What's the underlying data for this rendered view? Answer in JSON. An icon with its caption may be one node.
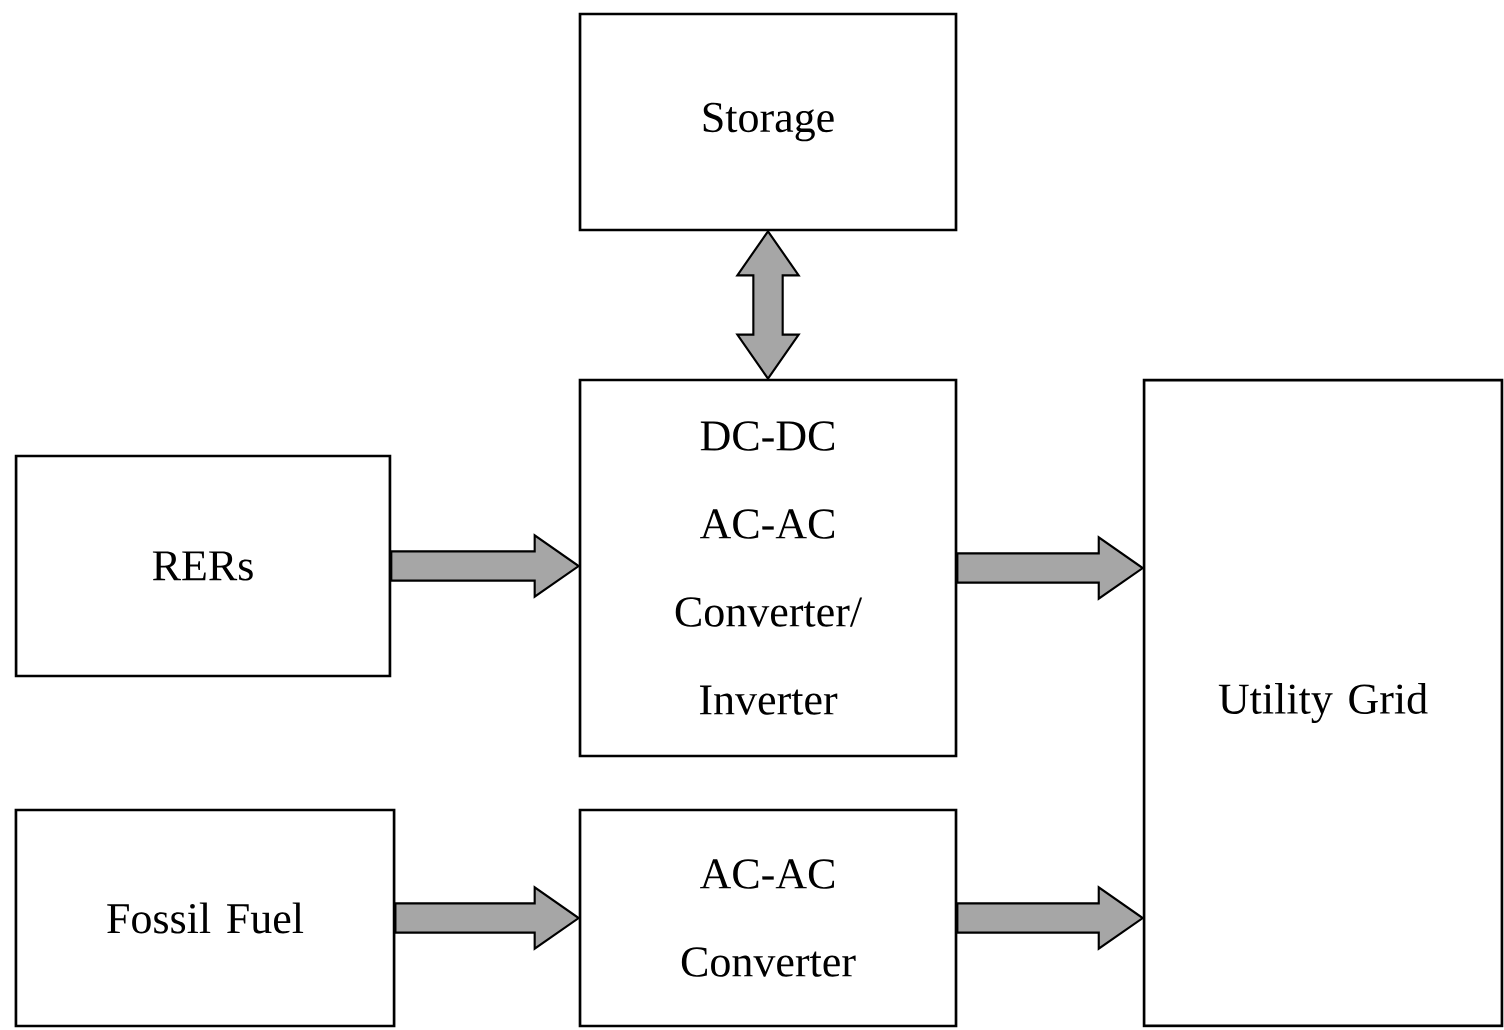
{
  "diagram": {
    "nodes": [
      {
        "text": [
          "Storage"
        ]
      },
      {
        "text": [
          "DC-DC AC-AC Converter/ Inverter"
        ]
      },
      {
        "text": [
          "RERs"
        ]
      },
      {
        "text": [
          "Fossil Fuel"
        ]
      },
      {
        "text": [
          "AC-AC Converter"
        ]
      },
      {
        "text": [
          "Utility Grid"
        ]
      }
    ],
    "edges": [
      {
        "from": 0,
        "to": 1,
        "arrow": "both"
      },
      {
        "from": 2,
        "to": 1,
        "arrow": "to"
      },
      {
        "from": 1,
        "to": 5,
        "arrow": "to"
      },
      {
        "from": 3,
        "to": 4,
        "arrow": "to"
      },
      {
        "from": 4,
        "to": 5,
        "arrow": "to"
      }
    ]
  }
}
